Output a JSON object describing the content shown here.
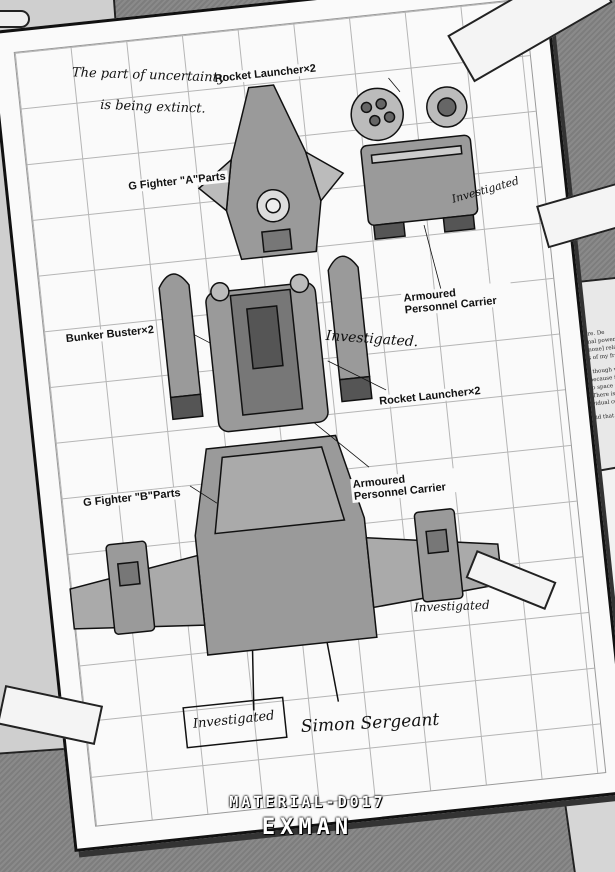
{
  "captions": {
    "material": "MATERIAL-D017",
    "title": "EXMAN"
  },
  "blueprint": {
    "labels": {
      "rocket_launcher_top": "Rocket Launcher×2",
      "g_fighter_a": "G Fighter \"A\"Parts",
      "bunker_buster": "Bunker Buster×2",
      "armoured_carrier_top": "Armoured Personnel Carrier",
      "rocket_launcher_mid": "Rocket Launcher×2",
      "armoured_carrier_mid": "Armoured Personnel Carrier",
      "g_fighter_b": "G Fighter \"B\"Parts"
    },
    "handwriting": {
      "note_top_line1": "The part of uncertainty",
      "note_top_line2": "is being extinct.",
      "investigated_1": "Investigated",
      "investigated_2": "Investigated.",
      "investigated_3": "Investigated",
      "investigated_box": "Investigated",
      "signature": "Simon Sergeant"
    }
  },
  "side_text": {
    "lines": [
      "t's one here. De",
      "The national power",
      "Was not [none] rela",
      "objectives of my fr",
      "It is good though w",
      "recalled because it",
      "up even to space i",
      "or more. There is",
      "race individual co",
      "Garma said that"
    ]
  },
  "colors": {
    "paper": "#fafafa",
    "grid": "#b5b5b5",
    "ink": "#111111",
    "hull": "#9a9a9a",
    "desk": "#7a7a7a"
  }
}
